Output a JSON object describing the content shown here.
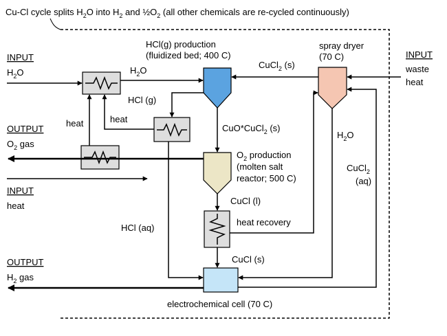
{
  "title": {
    "pre": "Cu-Cl cycle splits H",
    "sub1": "2",
    "mid1": "O into H",
    "sub2": "2",
    "mid2": " and ½O",
    "sub3": "2",
    "post": " (all other chemicals are re-cycled continuously)"
  },
  "left_labels": {
    "input_water_title": "INPUT",
    "input_water_pre": "H",
    "input_water_sub": "2",
    "input_water_post": "O",
    "output_o2_title": "OUTPUT",
    "output_o2_pre": "O",
    "output_o2_sub": "2",
    "output_o2_post": " gas",
    "input_heat_title": "INPUT",
    "input_heat_value": "heat",
    "output_h2_title": "OUTPUT",
    "output_h2_pre": "H",
    "output_h2_sub": "2",
    "output_h2_post": " gas"
  },
  "right_labels": {
    "input_title": "INPUT",
    "input_line1": "waste",
    "input_line2": "heat"
  },
  "units": {
    "hcl_production_line1": "HCl(g) production",
    "hcl_production_line2": "(fluidized bed; 400 C)",
    "spray_dryer_line1": "spray dryer",
    "spray_dryer_line2": "(70 C)",
    "o2_production_line1_pre": "O",
    "o2_production_line1_sub": "2",
    "o2_production_line1_post": " production",
    "o2_production_line2": "(molten salt",
    "o2_production_line3": "reactor; 500 C)",
    "heat_recovery": "heat recovery",
    "electrochemical_cell": "electrochemical cell (70 C)"
  },
  "flows": {
    "h2o_top_pre": "H",
    "h2o_top_sub": "2",
    "h2o_top_post": "O",
    "cucl2_s_pre": "CuCl",
    "cucl2_s_sub": "2",
    "cucl2_s_post": " (s)",
    "hcl_g": "HCl (g)",
    "heat_left": "heat",
    "heat_mid": "heat",
    "cuo_cucl2_pre": "CuO*CuCl",
    "cuo_cucl2_sub": "2",
    "cuo_cucl2_post": " (s)",
    "h2o_right_pre": "H",
    "h2o_right_sub": "2",
    "h2o_right_post": "O",
    "cucl2_aq_pre": "CuCl",
    "cucl2_aq_sub": "2",
    "cucl2_aq_line2": "(aq)",
    "cucl_l": "CuCl (l)",
    "hcl_aq": "HCl (aq)",
    "cucl_s": "CuCl (s)"
  },
  "colors": {
    "hcl_reactor": "#5ba3e0",
    "spray_dryer": "#f5c6b2",
    "o2_reactor": "#ece6c6",
    "electro_cell": "#c5e5f8",
    "heat_exchanger": "#dedede"
  }
}
